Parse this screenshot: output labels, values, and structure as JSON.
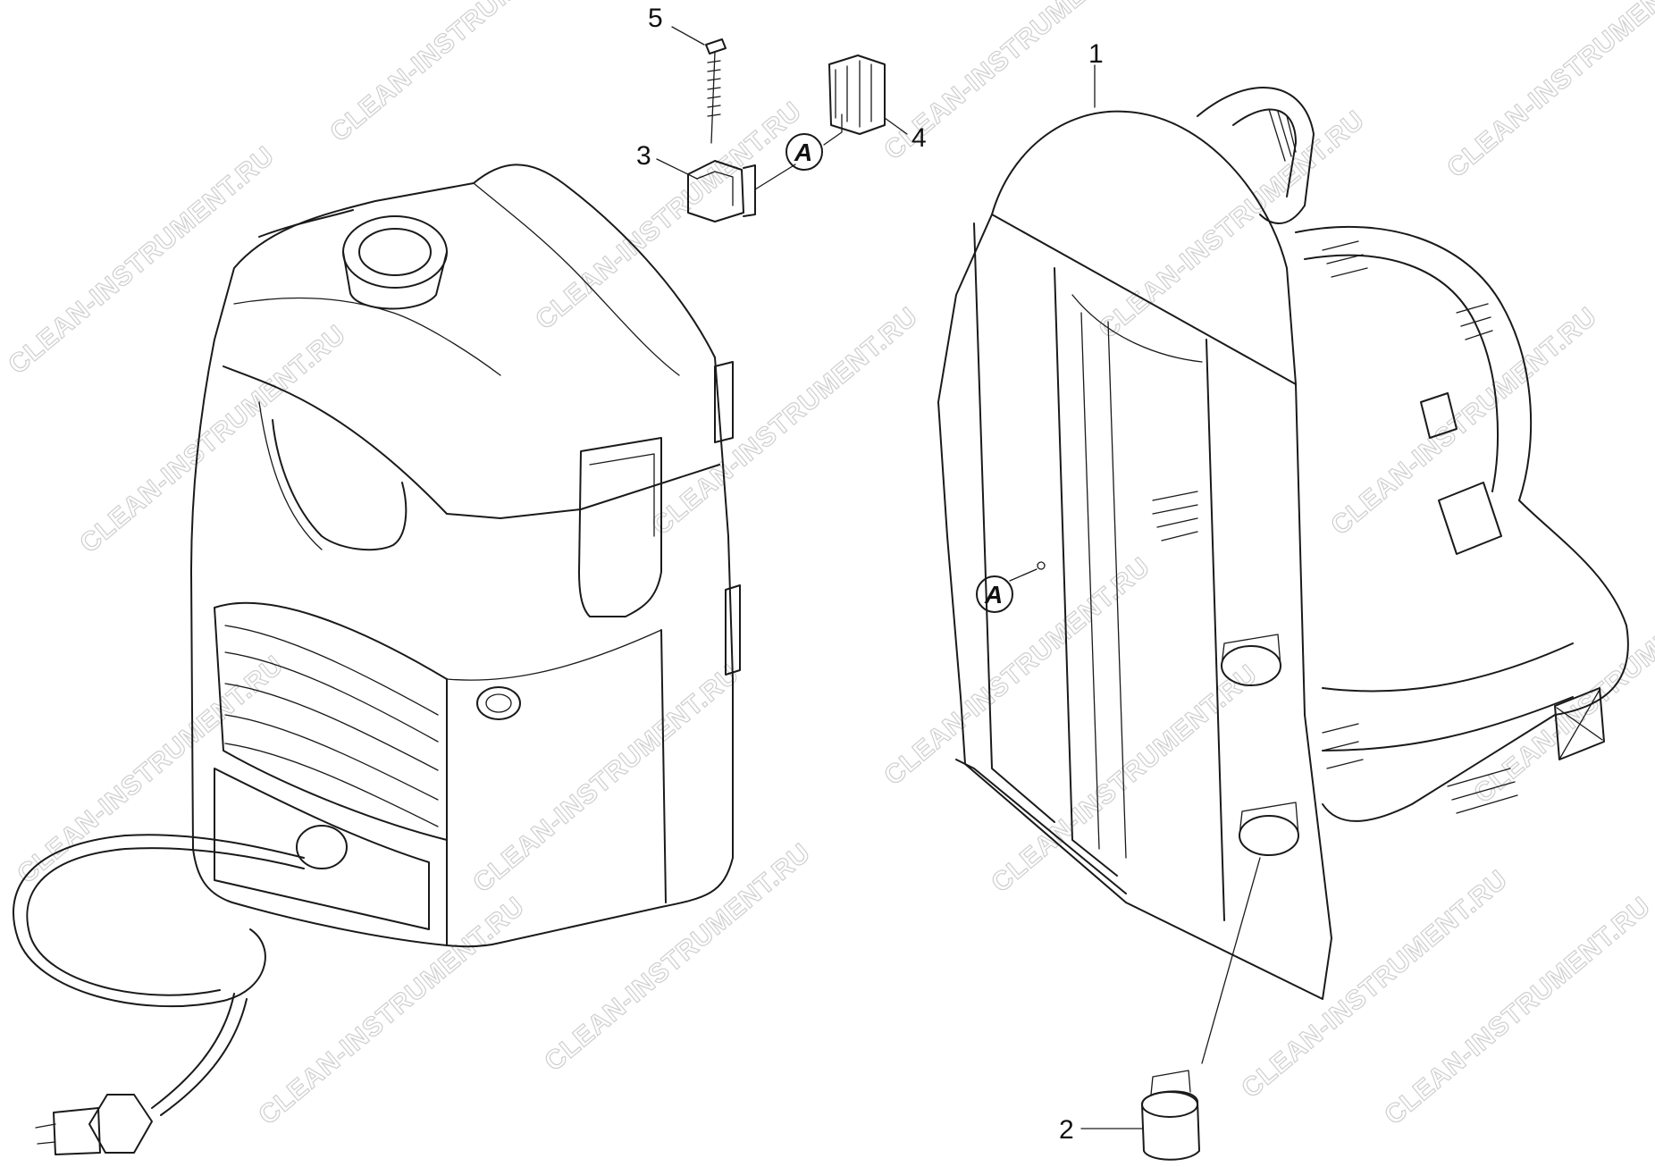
{
  "watermark": {
    "text": "CLEAN-INSTRUMENT.RU"
  },
  "callouts": [
    {
      "id": "1",
      "label": "1"
    },
    {
      "id": "2",
      "label": "2"
    },
    {
      "id": "3",
      "label": "3"
    },
    {
      "id": "4",
      "label": "4"
    },
    {
      "id": "5",
      "label": "5"
    }
  ],
  "reference_marks": [
    {
      "id": "a-top",
      "label": "A"
    },
    {
      "id": "a-frame",
      "label": "A"
    }
  ]
}
